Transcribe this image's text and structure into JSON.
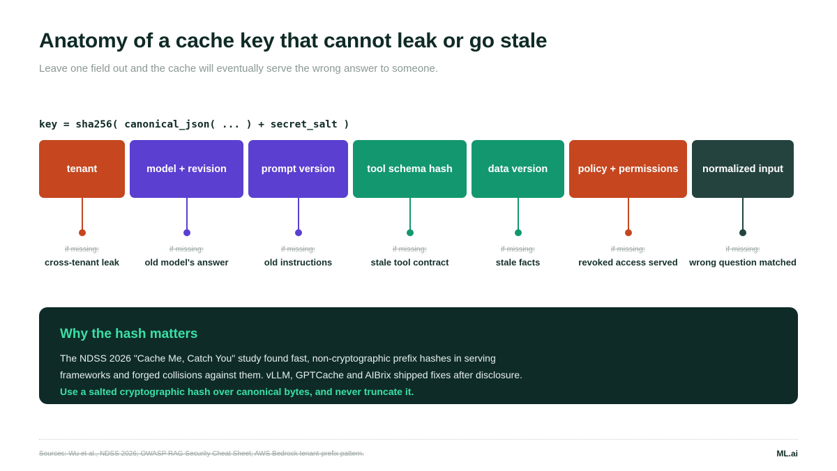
{
  "header": {
    "title": "Anatomy of a cache key that cannot leak or go stale",
    "subtitle": "Leave one field out and the cache will eventually serve the wrong answer to someone."
  },
  "formula": "key = sha256( canonical_json( ... ) + secret_salt )",
  "fields": [
    {
      "label": "tenant",
      "color": "#c5461f",
      "missing_label": "if missing:",
      "consequence": "cross-tenant leak"
    },
    {
      "label": "model + revision",
      "color": "#5b3fd0",
      "missing_label": "if missing:",
      "consequence": "old model's answer"
    },
    {
      "label": "prompt version",
      "color": "#5b3fd0",
      "missing_label": "if missing:",
      "consequence": "old instructions"
    },
    {
      "label": "tool schema hash",
      "color": "#13976f",
      "missing_label": "if missing:",
      "consequence": "stale tool contract"
    },
    {
      "label": "data version",
      "color": "#13976f",
      "missing_label": "if missing:",
      "consequence": "stale facts"
    },
    {
      "label": "policy + permissions",
      "color": "#c5461f",
      "missing_label": "if missing:",
      "consequence": "revoked access served"
    },
    {
      "label": "normalized input",
      "color": "#24433f",
      "missing_label": "if missing:",
      "consequence": "wrong question matched"
    }
  ],
  "panel": {
    "title": "Why the hash matters",
    "body_line1": "The NDSS 2026 \"Cache Me, Catch You\" study found fast, non-cryptographic prefix hashes in serving",
    "body_line2": "frameworks and forged collisions against them. vLLM, GPTCache and AIBrix shipped fixes after disclosure.",
    "emphasis": "Use a salted cryptographic hash over canonical bytes, and never truncate it."
  },
  "footer": {
    "sources": "Sources: Wu et al., NDSS 2026; OWASP RAG Security Cheat Sheet; AWS Bedrock tenant-prefix pattern.",
    "brand": "ML.ai"
  }
}
